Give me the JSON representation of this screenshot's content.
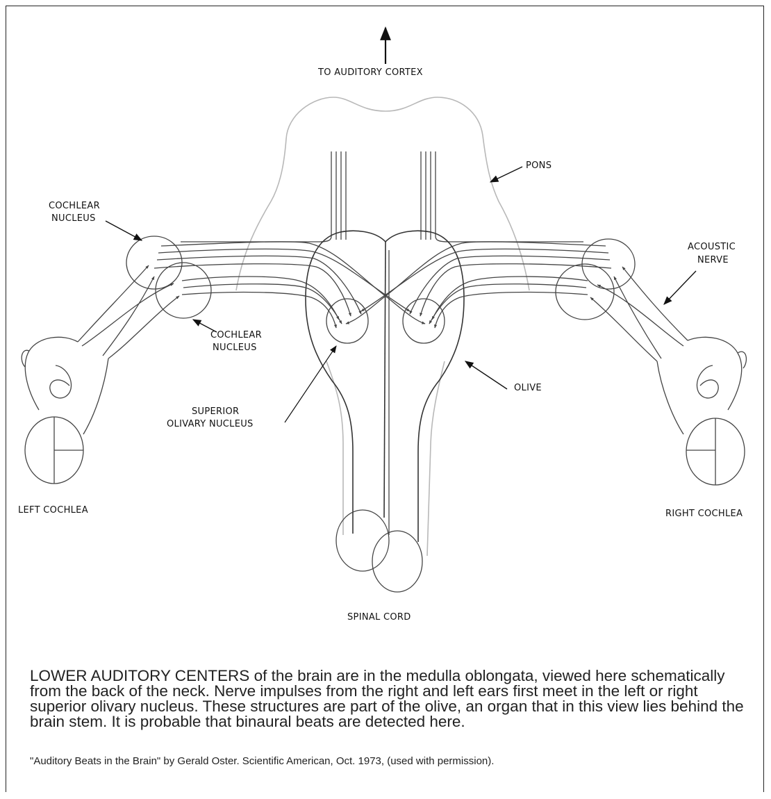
{
  "labels": {
    "to_auditory_cortex": "TO AUDITORY CORTEX",
    "pons": "PONS",
    "cochlear_nucleus_left_line1": "COCHLEAR",
    "cochlear_nucleus_left_line2": "NUCLEUS",
    "cochlear_nucleus_center_line1": "COCHLEAR",
    "cochlear_nucleus_center_line2": "NUCLEUS",
    "acoustic_nerve_line1": "ACOUSTIC",
    "acoustic_nerve_line2": "NERVE",
    "olive": "OLIVE",
    "superior_olivary_line1": "SUPERIOR",
    "superior_olivary_line2": "OLIVARY NUCLEUS",
    "left_cochlea": "LEFT COCHLEA",
    "right_cochlea": "RIGHT COCHLEA",
    "spinal_cord": "SPINAL CORD"
  },
  "caption": "LOWER AUDITORY CENTERS of the brain are in the medulla oblongata, viewed here schematically from the back of the neck. Nerve impulses from the right and left ears first meet in the left or right superior olivary nucleus. These structures are part of the olive, an organ that in this view lies behind the brain stem. It is probable that binaural beats are detected here.",
  "credit": "\"Auditory Beats in the Brain\" by Gerald Oster. Scientific American, Oct. 1973, (used with permission)."
}
